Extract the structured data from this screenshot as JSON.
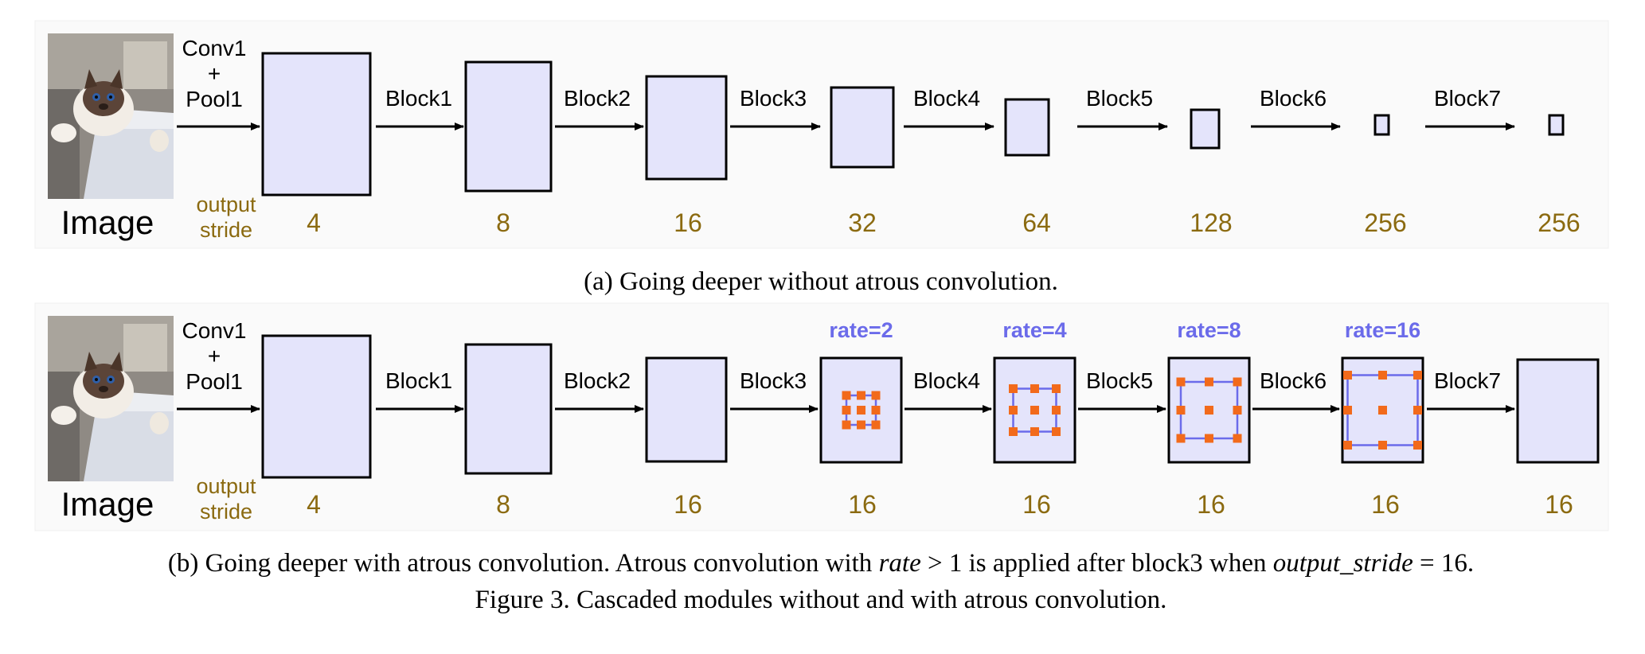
{
  "colors": {
    "box_fill": "#e4e4fb",
    "box_stroke": "#000000",
    "stride_text": "#8b6a10",
    "rate_text": "#6b6bea",
    "kernel_dot": "#f26a1b",
    "kernel_outline": "#6b6bea",
    "panel_bg": "#fafafa"
  },
  "image_label": "Image",
  "image_icon": "cat-photo",
  "stem_label_lines": [
    "Conv1",
    "+",
    "Pool1"
  ],
  "stride_label_lines": [
    "output",
    "stride"
  ],
  "panel_a": {
    "blocks": [
      "Block1",
      "Block2",
      "Block3",
      "Block4",
      "Block5",
      "Block6",
      "Block7"
    ],
    "strides": [
      "4",
      "8",
      "16",
      "32",
      "64",
      "128",
      "256",
      "256"
    ],
    "caption": "(a) Going deeper without atrous convolution."
  },
  "panel_b": {
    "blocks": [
      "Block1",
      "Block2",
      "Block3",
      "Block4",
      "Block5",
      "Block6",
      "Block7"
    ],
    "strides": [
      "4",
      "8",
      "16",
      "16",
      "16",
      "16",
      "16",
      "16"
    ],
    "rates": [
      "",
      "",
      "",
      "rate=2",
      "rate=4",
      "rate=8",
      "rate=16",
      ""
    ],
    "kernel_rates": [
      0,
      0,
      0,
      2,
      4,
      8,
      16,
      0
    ]
  },
  "caption_b": {
    "text1": "(b) Going deeper with atrous convolution. Atrous convolution with ",
    "math1_var": "rate",
    "math1_rest": " > 1",
    "text2": " is applied after block3 when ",
    "math2_var": "output_stride",
    "math2_rest": " = 16."
  },
  "figure_caption": "Figure 3. Cascaded modules without and with atrous convolution."
}
